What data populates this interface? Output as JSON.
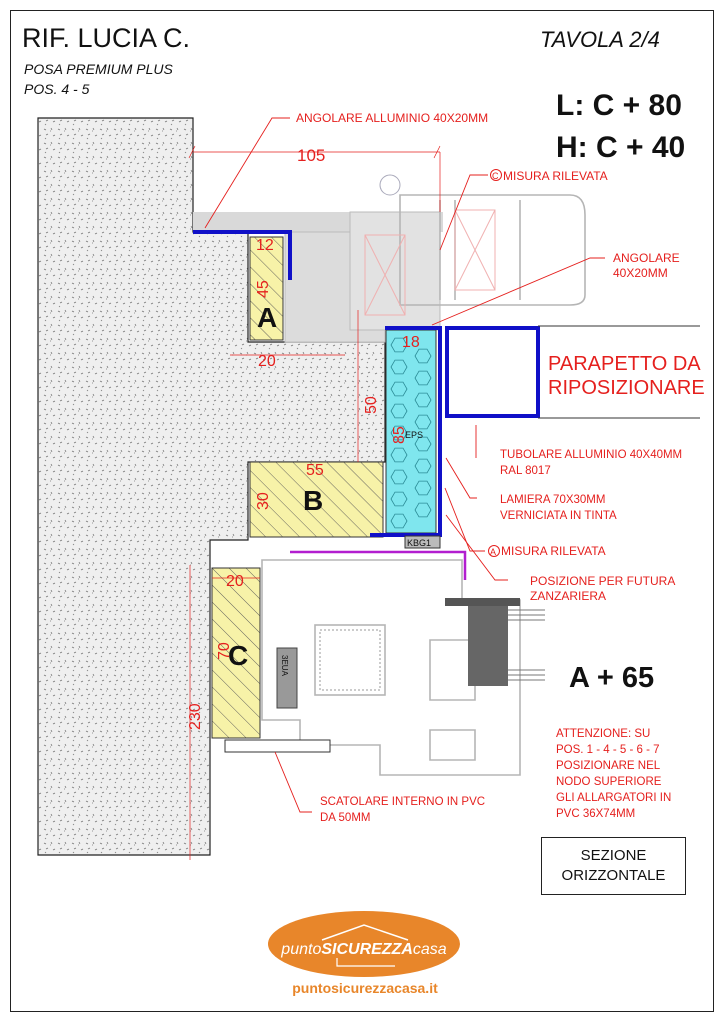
{
  "header": {
    "title": "RIF. LUCIA C.",
    "subtitle": "POSA PREMIUM PLUS",
    "positions": "POS. 4 - 5",
    "sheet": "TAVOLA 2/4",
    "formula_l": "L: C + 80",
    "formula_h": "H: C + 40"
  },
  "labels": {
    "angolare_alluminio": "ANGOLARE ALLUMINIO 40X20MM",
    "misura_c": "MISURA RILEVATA",
    "misura_c_symbol": "C",
    "angolare_1": "ANGOLARE",
    "angolare_2": "40X20MM",
    "parapetto_1": "PARAPETTO DA",
    "parapetto_2": "RIPOSIZIONARE",
    "tubolare_1": "TUBOLARE ALLUMINIO 40X40MM",
    "tubolare_2": "RAL 8017",
    "lamiera_1": "LAMIERA 70X30MM",
    "lamiera_2": "VERNICIATA IN TINTA",
    "misura_a": "MISURA RILEVATA",
    "misura_a_symbol": "A",
    "zanzariera_1": "POSIZIONE PER FUTURA",
    "zanzariera_2": "ZANZARIERA",
    "formula_a": "A + 65",
    "attenzione": [
      "ATTENZIONE: SU",
      "POS. 1 - 4 - 5 - 6 - 7",
      "POSIZIONARE NEL",
      "NODO SUPERIORE",
      "GLI ALLARGATORI IN",
      "PVC 36X74MM"
    ],
    "scatolare_1": "SCATOLARE INTERNO IN PVC",
    "scatolare_2": "DA 50MM",
    "eps": "EPS",
    "kbg": "KBG1",
    "seal": "3EUA"
  },
  "blocks": {
    "a": "A",
    "b": "B",
    "c": "C"
  },
  "dimensions": {
    "d105": "105",
    "d12": "12",
    "d45": "45",
    "d20a": "20",
    "d50": "50",
    "d18": "18",
    "d85": "85",
    "d55": "55",
    "d30": "30",
    "d20c": "20",
    "d70": "70",
    "d230": "230"
  },
  "section": {
    "line1": "SEZIONE",
    "line2": "ORIZZONTALE"
  },
  "logo": {
    "brand_light": "punto",
    "brand_bold": "SICUREZZA",
    "brand_end": "casa",
    "url": "puntosicurezzacasa.it"
  },
  "colors": {
    "red": "#e5201e",
    "blue": "#1010c8",
    "eps": "#7fe6ee",
    "wood": "#f7f2a8",
    "logo": "#e8862a",
    "magenta": "#b21ecf"
  }
}
